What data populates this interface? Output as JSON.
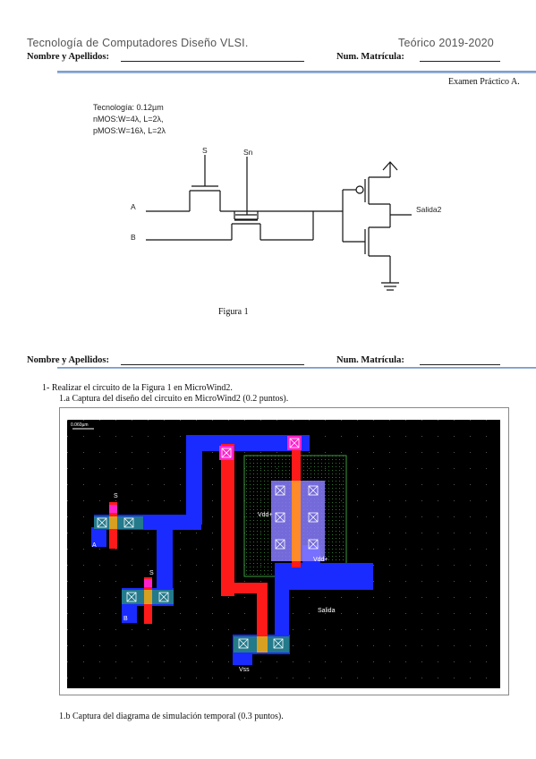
{
  "header": {
    "course": "Tecnología de Computadores   Diseño VLSI.",
    "term": "Teórico 2019-2020",
    "name_label": "Nombre y Apellidos:",
    "matricula_label": "Num. Matrícula:",
    "exam_label": "Examen Práctico A."
  },
  "tech": {
    "line1": "Tecnología:  0.12µm",
    "line2": "nMOS:W=4λ, L=2λ,",
    "line3": "pMOS:W=16λ, L=2λ"
  },
  "circuit": {
    "s": "S",
    "sn": "Sn",
    "a": "A",
    "b": "B",
    "out": "Salida2",
    "caption": "Figura 1"
  },
  "footer_header": {
    "name_label": "Nombre y Apellidos:",
    "matricula_label": "Num. Matrícula:"
  },
  "questions": {
    "q1": "1-  Realizar el circuito de la Figura 1 en MicroWind2.",
    "q1a": "1.a Captura del diseño del circuito en MicroWind2 (0.2 puntos).",
    "q1b": "1.b Captura del diagrama de simulación temporal (0.3 puntos)."
  },
  "layout": {
    "scale": "0.060µm",
    "lbl_s1": "S",
    "lbl_a": "A",
    "lbl_s2": "S",
    "lbl_b": "B",
    "vdd1": "Vdd+",
    "vdd2": "Vdd+",
    "salida": "Salida",
    "vss": "Vss"
  }
}
